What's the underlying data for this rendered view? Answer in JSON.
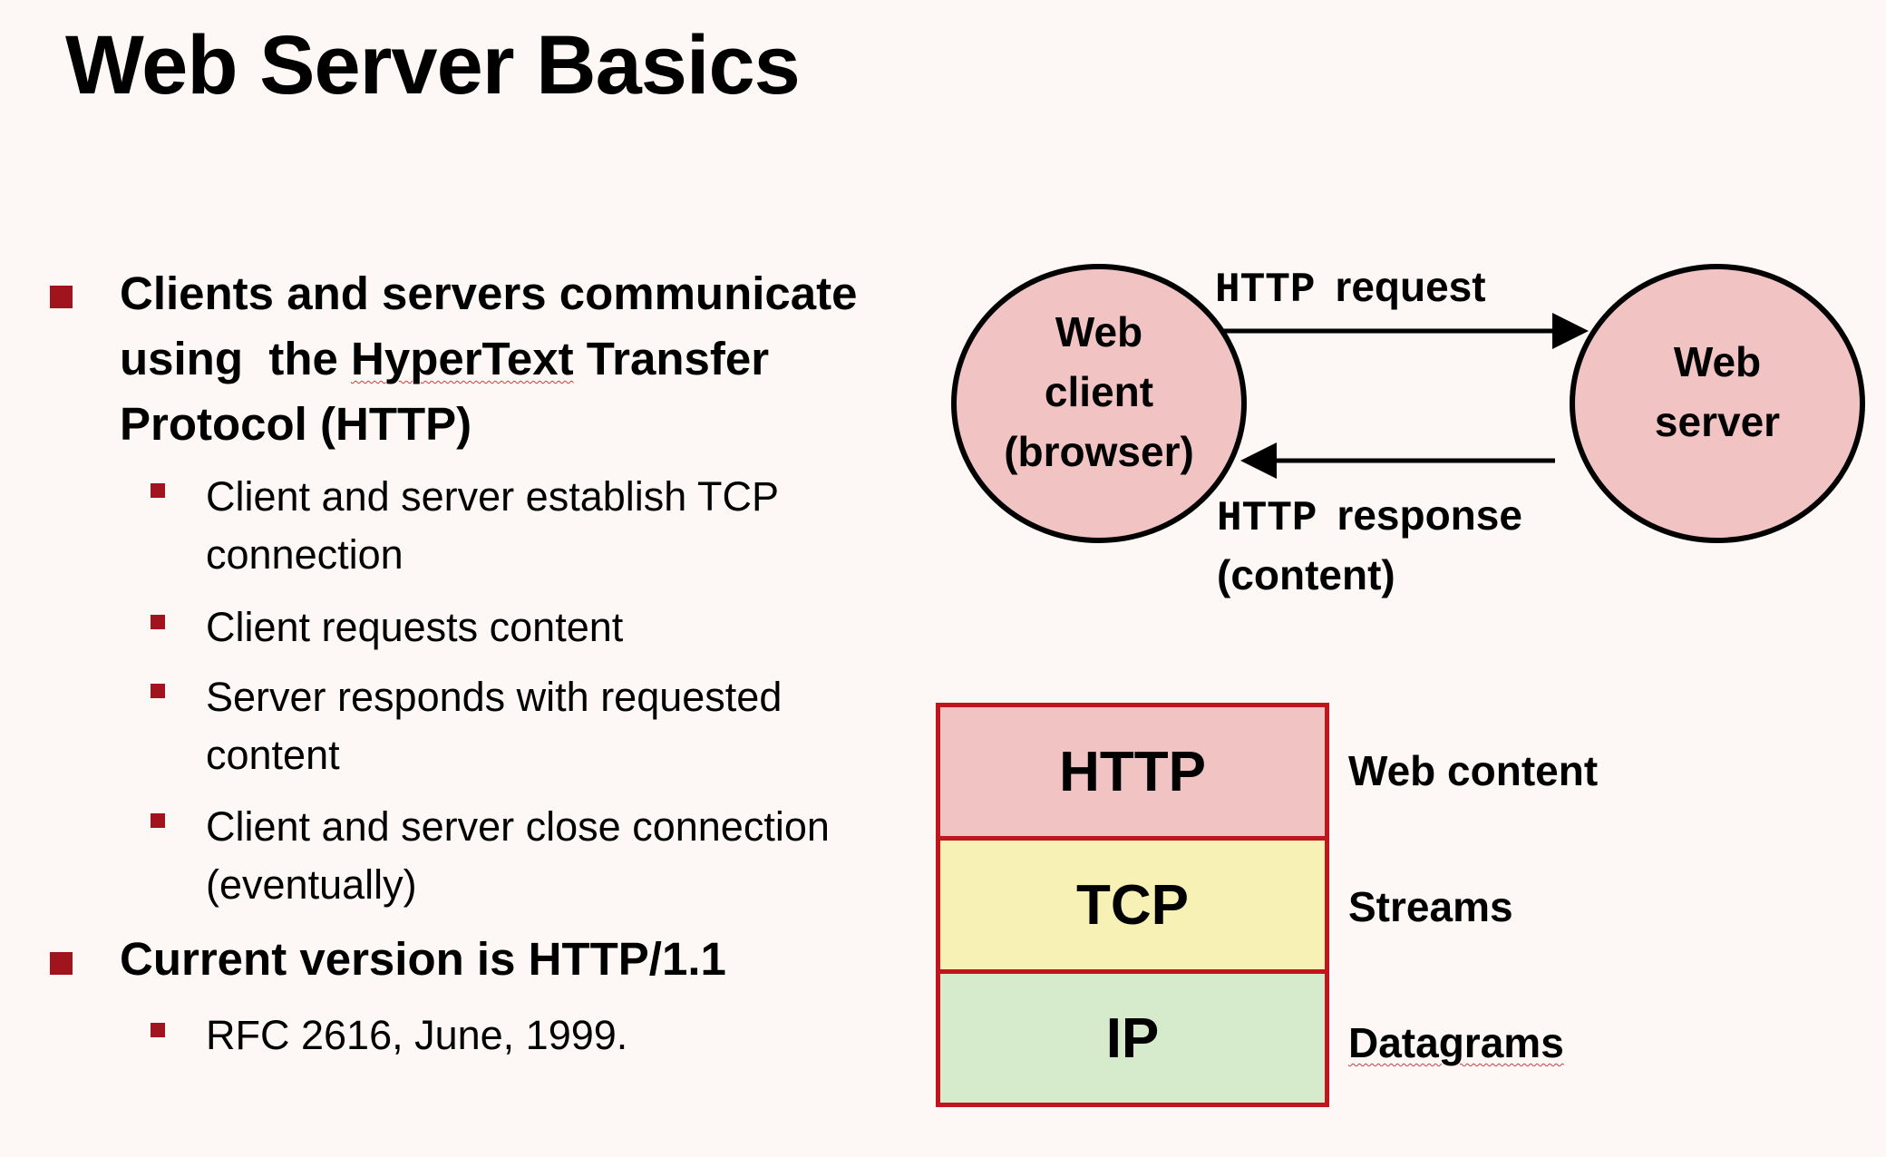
{
  "slide": {
    "title": "Web Server Basics"
  },
  "bullets": {
    "b1": {
      "line1": "Clients and servers communicate",
      "line2_before": "using  the ",
      "line2_squiggle": "HyperText",
      "line2_after": " Transfer",
      "line3": "Protocol (HTTP)",
      "subs": [
        {
          "line1": "Client and server establish TCP",
          "line2": "connection"
        },
        {
          "line1": "Client requests content",
          "line2": ""
        },
        {
          "line1": "Server responds with requested",
          "line2": "content"
        },
        {
          "line1": "Client and server close connection",
          "line2": "(eventually)"
        }
      ]
    },
    "b2": {
      "line1": "Current version is HTTP/1.1",
      "subs": [
        {
          "line1": "RFC 2616, June, 1999."
        }
      ]
    }
  },
  "diagram": {
    "client_lines": [
      "Web",
      "client",
      "(browser)"
    ],
    "server_lines": [
      "Web",
      "server"
    ],
    "request_code": "HTTP",
    "request_word": "request",
    "response_code": "HTTP",
    "response_word": "response",
    "response_note": "(content)",
    "node_fill": "#f2c3c3"
  },
  "stack": {
    "layers": [
      {
        "name": "HTTP",
        "desc": "Web content",
        "color": "#f2c3c3"
      },
      {
        "name": "TCP",
        "desc": "Streams",
        "color": "#f7f1b6"
      },
      {
        "name": "IP",
        "desc": "Datagrams",
        "color": "#d6ebcc"
      }
    ],
    "border_color": "#c0151c"
  },
  "colors": {
    "bullet_marker": "#a0141e",
    "background": "#fdf8f5"
  }
}
